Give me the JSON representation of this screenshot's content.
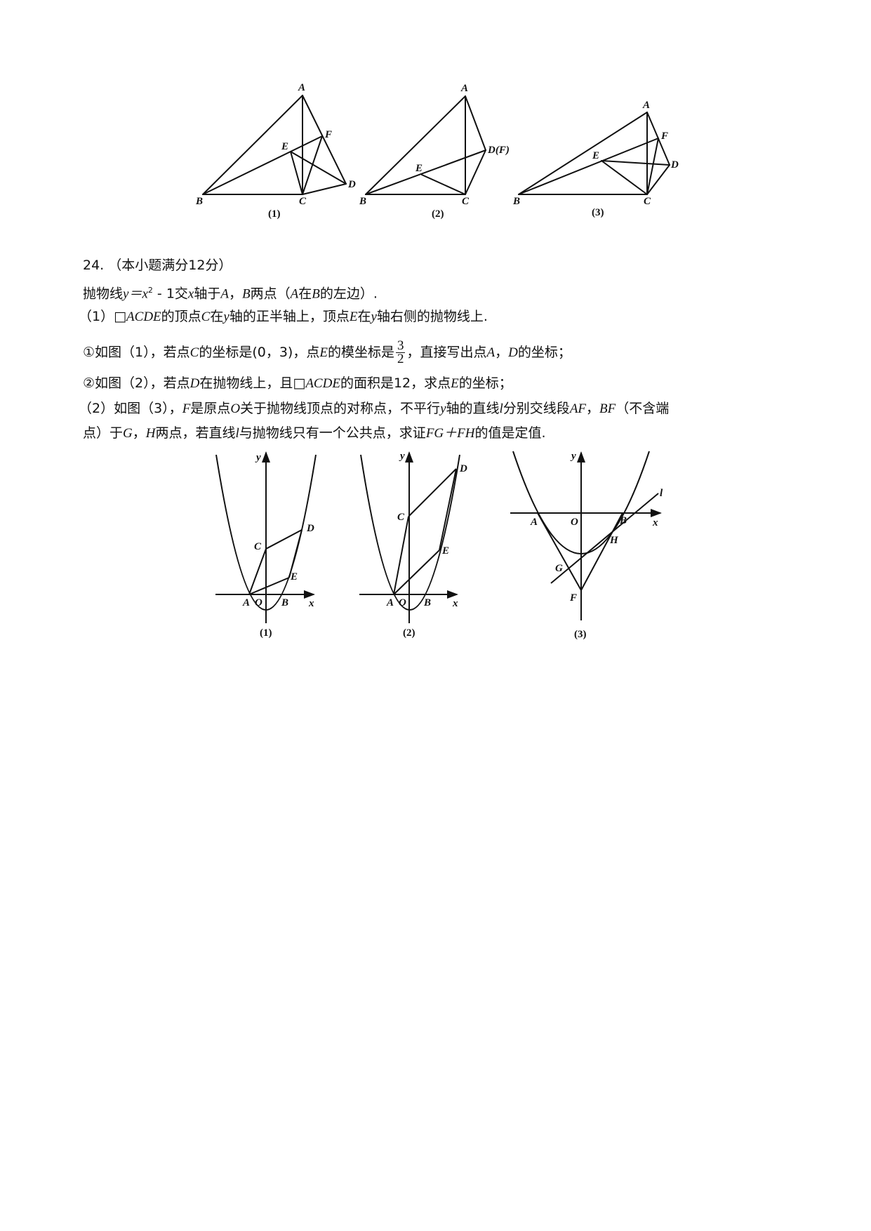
{
  "top_figures": {
    "fig1": {
      "caption": "(1)",
      "labels": {
        "A": "A",
        "B": "B",
        "C": "C",
        "D": "D",
        "E": "E",
        "F": "F"
      }
    },
    "fig2": {
      "caption": "(2)",
      "labels": {
        "A": "A",
        "B": "B",
        "C": "C",
        "D": "D(F)",
        "E": "E"
      }
    },
    "fig3": {
      "caption": "(3)",
      "labels": {
        "A": "A",
        "B": "B",
        "C": "C",
        "D": "D",
        "E": "E",
        "F": "F"
      }
    }
  },
  "question": {
    "header": "24.  （本小题满分12分）",
    "line1_a": "抛物线",
    "line1_eq": "y＝x",
    "line1_sup": "2",
    "line1_b": " - 1交",
    "line1_x": "x",
    "line1_c": "轴于",
    "line1_A": "A",
    "line1_d": "，",
    "line1_B": "B",
    "line1_e": "两点（",
    "line1_A2": "A",
    "line1_f": "在",
    "line1_B2": "B",
    "line1_g": "的左边）.",
    "part1_a": "（1）",
    "part1_sq": "□",
    "part1_acde": "ACDE",
    "part1_b": "的顶点",
    "part1_C": "C",
    "part1_c": "在",
    "part1_y": "y",
    "part1_d": "轴的正半轴上，顶点",
    "part1_E": "E",
    "part1_e": "在",
    "part1_y2": "y",
    "part1_f": "轴右侧的抛物线上.",
    "sub1_a": "①如图（1），若点",
    "sub1_C": "C",
    "sub1_b": "的坐标是(0，3)，点",
    "sub1_E": "E",
    "sub1_c": "的模坐标是",
    "sub1_frac_num": "3",
    "sub1_frac_den": "2",
    "sub1_d": "，直接写出点",
    "sub1_A": "A",
    "sub1_e": "，",
    "sub1_D": "D",
    "sub1_f": "的坐标；",
    "sub2_a": "②如图（2），若点",
    "sub2_D": "D",
    "sub2_b": "在抛物线上，且",
    "sub2_sq": "□",
    "sub2_acde": "ACDE",
    "sub2_c": "的面积是12，求点",
    "sub2_E": "E",
    "sub2_d": "的坐标；",
    "part2_a": "（2）如图（3），",
    "part2_F": "F",
    "part2_b": "是原点",
    "part2_O": "O",
    "part2_c": "关于抛物线顶点的对称点，不平行",
    "part2_y": "y",
    "part2_d": "轴的直线",
    "part2_l": "l",
    "part2_e": "分别交线段",
    "part2_AF": "AF",
    "part2_f": "，",
    "part2_BF": "BF",
    "part2_g": "（不含端",
    "part2_line2_a": "点）于",
    "part2_G": "G",
    "part2_line2_b": "，",
    "part2_H": "H",
    "part2_line2_c": "两点，若直线",
    "part2_l2": "l",
    "part2_line2_d": "与抛物线只有一个公共点，求证",
    "part2_FGFH": "FG＋FH",
    "part2_line2_e": "的值是定值."
  },
  "bottom_figures": {
    "fig1": {
      "caption": "(1)",
      "labels": {
        "y": "y",
        "x": "x",
        "A": "A",
        "O": "O",
        "B": "B",
        "C": "C",
        "D": "D",
        "E": "E"
      }
    },
    "fig2": {
      "caption": "(2)",
      "labels": {
        "y": "y",
        "x": "x",
        "A": "A",
        "O": "O",
        "B": "B",
        "C": "C",
        "D": "D",
        "E": "E"
      }
    },
    "fig3": {
      "caption": "(3)",
      "labels": {
        "y": "y",
        "x": "x",
        "A": "A",
        "O": "O",
        "B": "B",
        "F": "F",
        "G": "G",
        "H": "H",
        "l": "l"
      }
    }
  }
}
